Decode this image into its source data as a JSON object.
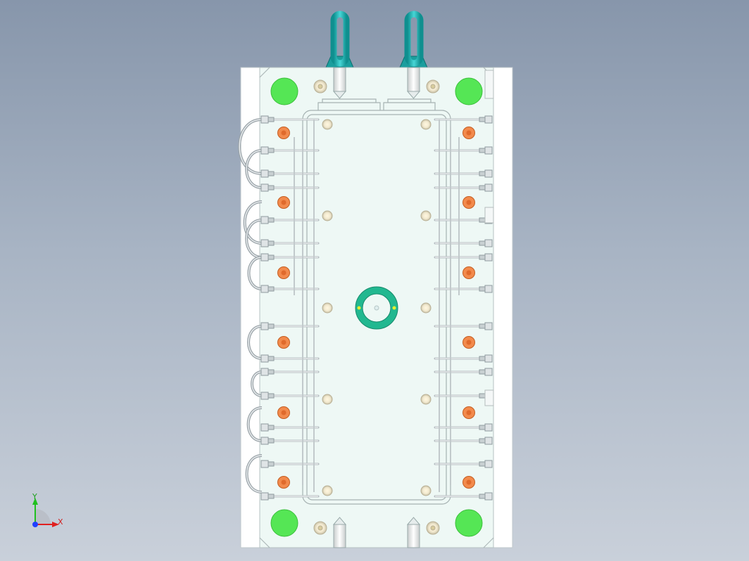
{
  "view": {
    "type": "cad-top-view",
    "subject": "mold-plate-assembly"
  },
  "triad": {
    "x_label": "X",
    "y_label": "Y",
    "x_color": "#e02020",
    "y_color": "#20c020",
    "z_color": "#2040ff"
  },
  "colors": {
    "background_top": "#8796ab",
    "background_bottom": "#c9d0da",
    "outer_plate": "#ffffff",
    "mold_plate": "#eef8f5",
    "cavity_outline": "#b8c4c4",
    "green_pads": "#55e655",
    "orange_bolts": "#f28a4c",
    "eyebolts": "#1fb3b3",
    "locating_ring": "#22b890",
    "pipes": "#b0b8bc"
  }
}
